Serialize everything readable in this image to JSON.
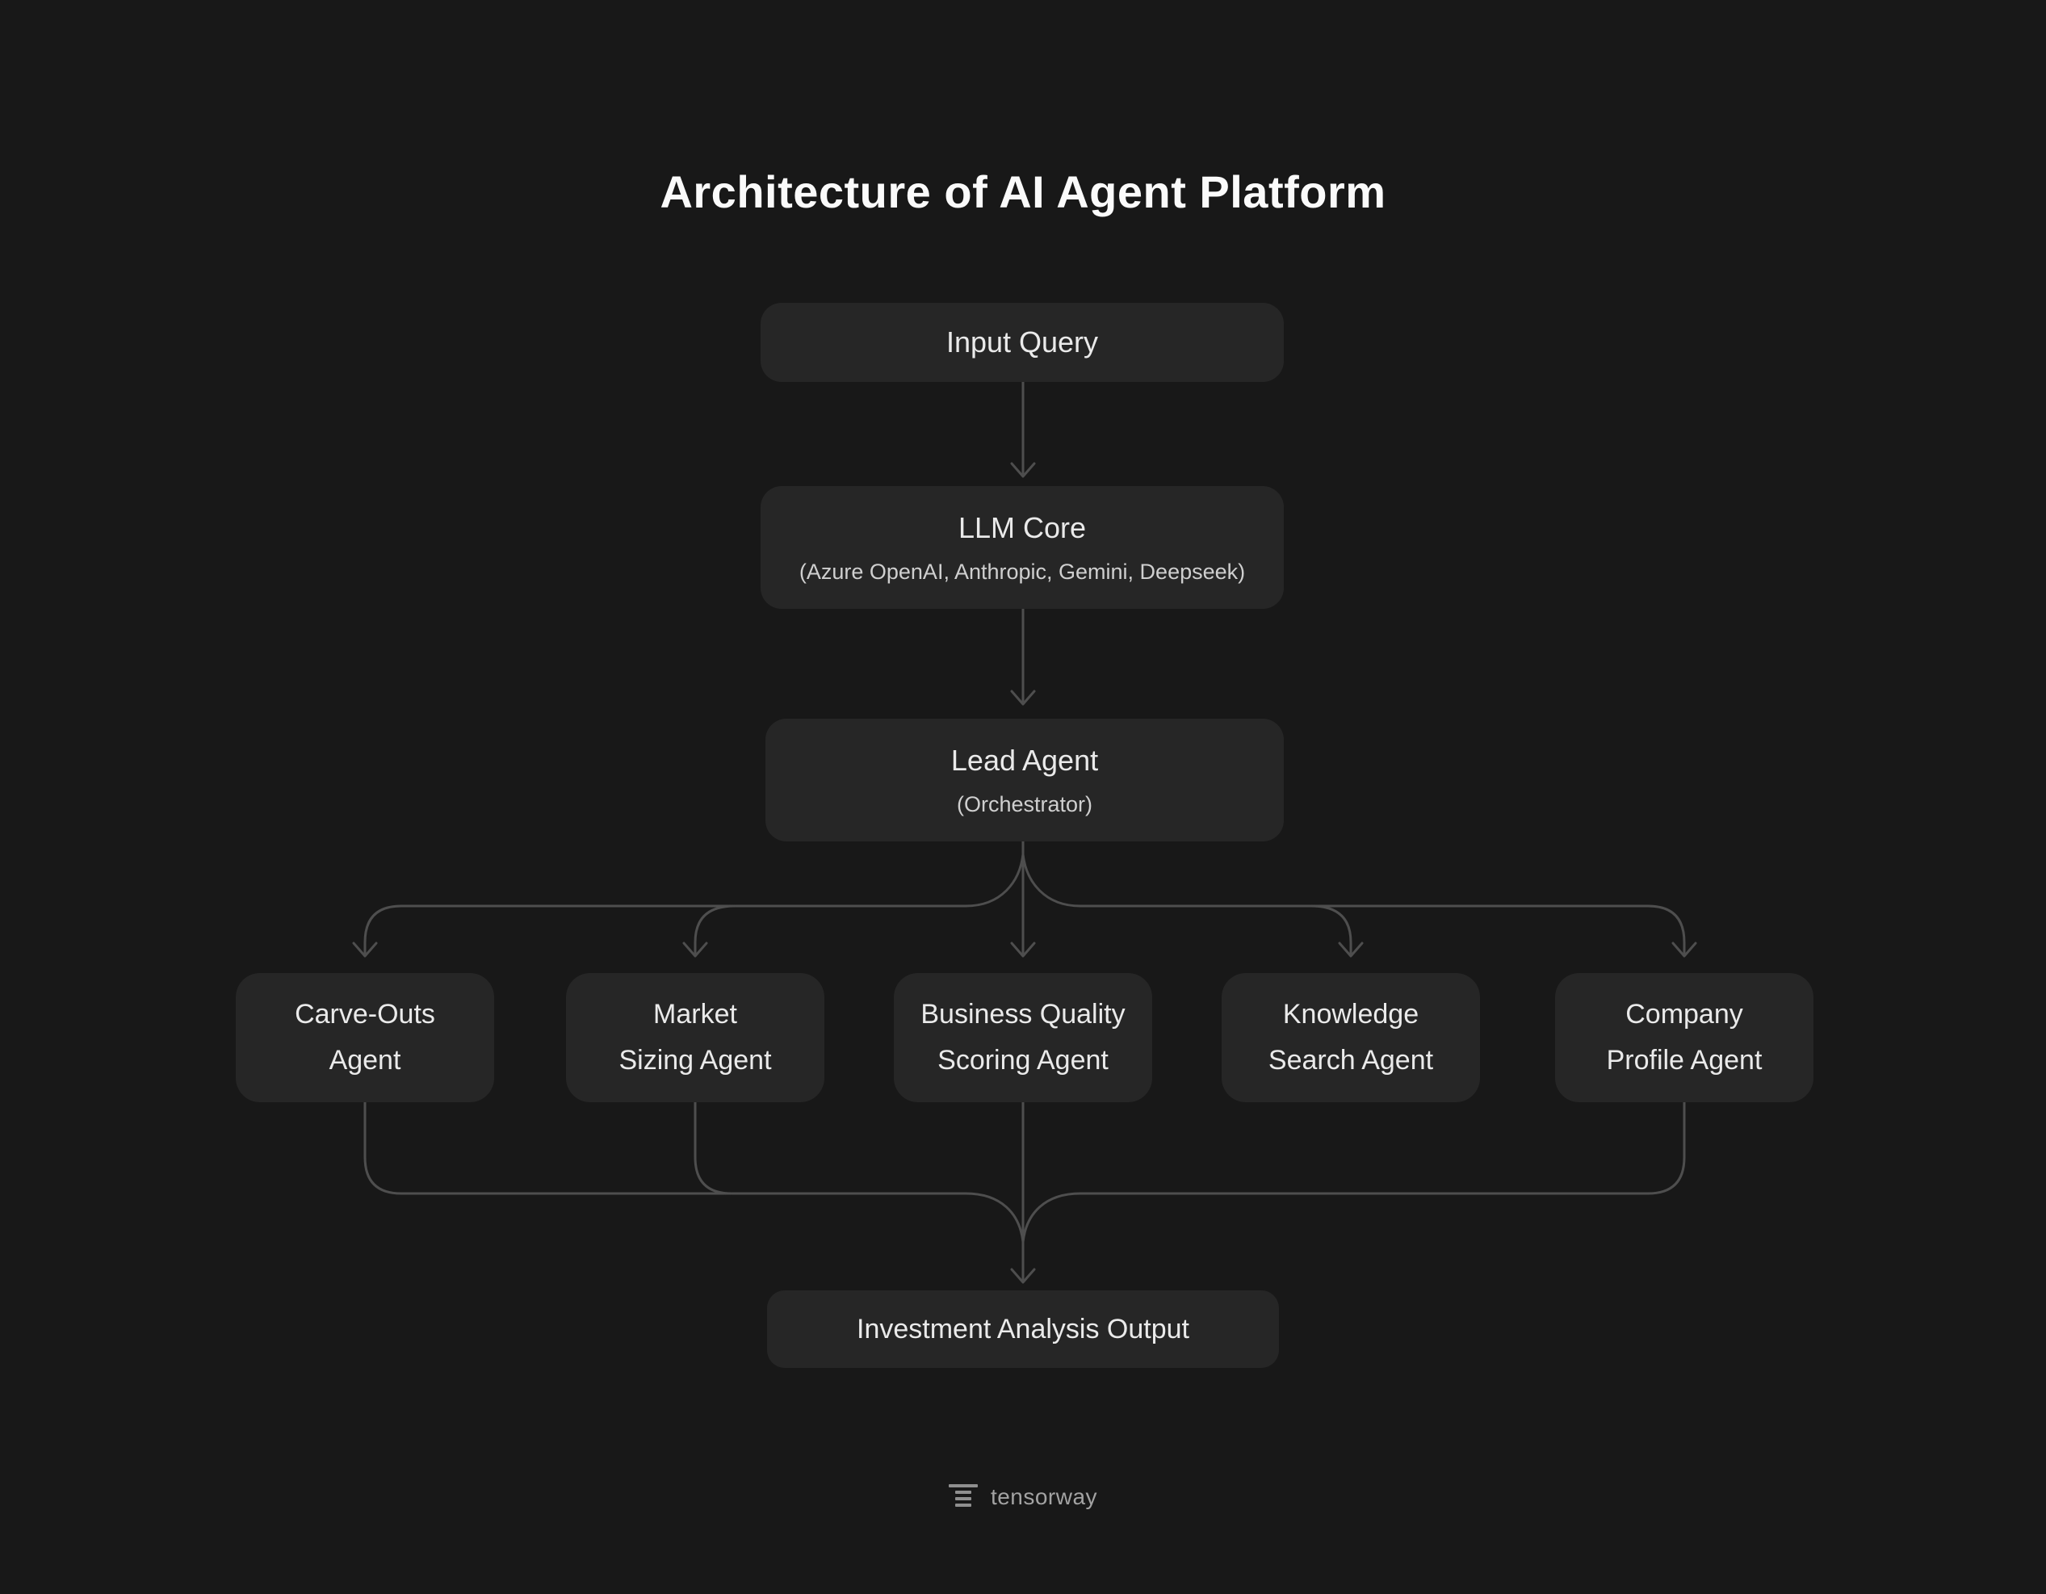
{
  "title": "Architecture of AI Agent Platform",
  "colors": {
    "background": "#181818",
    "node_fill": "#262626",
    "connector": "#4e4e4e",
    "title_text": "#fafafa",
    "node_text": "#eaeaea",
    "node_subtext": "#cfcfcf",
    "footer_text": "#a3a3a3"
  },
  "nodes": {
    "input_query": {
      "label": "Input Query"
    },
    "llm_core": {
      "label": "LLM Core",
      "sublabel": "(Azure OpenAI, Anthropic, Gemini, Deepseek)"
    },
    "lead_agent": {
      "label": "Lead Agent",
      "sublabel": "(Orchestrator)"
    },
    "agents": [
      {
        "line1": "Carve-Outs",
        "line2": "Agent"
      },
      {
        "line1": "Market",
        "line2": "Sizing Agent"
      },
      {
        "line1": "Business Quality",
        "line2": "Scoring Agent"
      },
      {
        "line1": "Knowledge",
        "line2": "Search Agent"
      },
      {
        "line1": "Company",
        "line2": "Profile Agent"
      }
    ],
    "output": {
      "label": "Investment Analysis Output"
    }
  },
  "footer": {
    "brand": "tensorway"
  }
}
